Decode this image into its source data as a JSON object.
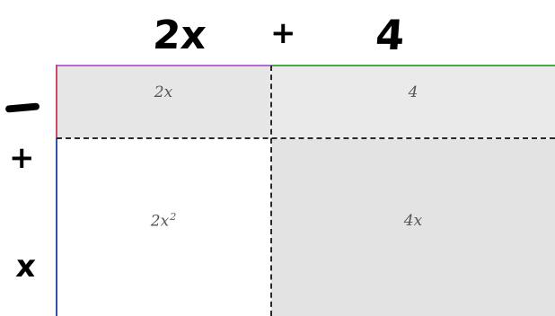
{
  "top_factor": {
    "term1": "2x",
    "operator": "+",
    "term2": "4"
  },
  "side_factor": {
    "operator_top": "—",
    "operator_bottom": "+",
    "term": "x"
  },
  "cells": {
    "top_left": "2x",
    "top_right": "4",
    "bottom_left_base": "2x",
    "bottom_left_exponent": "2",
    "bottom_right": "4x"
  },
  "colors": {
    "top_border_left": "#b36ad6",
    "top_border_right": "#4aa74a",
    "left_border_top": "#d04a6a",
    "left_border_bottom": "#3550a8",
    "shaded_cell": "#e6e6e6",
    "dashed_line": "#2a2a2a"
  }
}
